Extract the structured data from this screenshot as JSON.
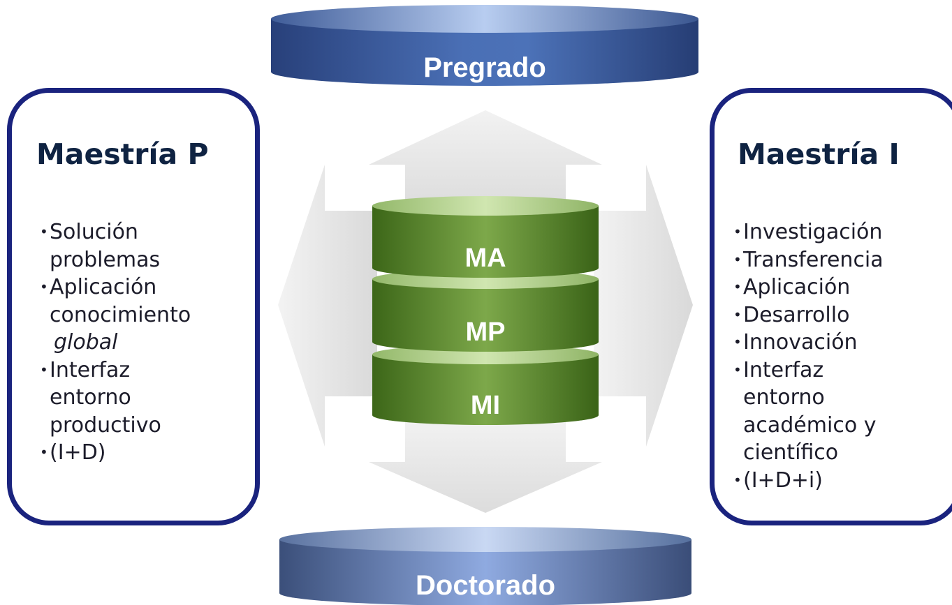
{
  "top_disc": {
    "label": "Pregrado"
  },
  "bottom_disc": {
    "label": "Doctorado"
  },
  "center_stack": {
    "layers": [
      "MA",
      "MP",
      "MI"
    ]
  },
  "left_box": {
    "title": "Maestría P",
    "bullets": [
      {
        "lines": [
          "Solución",
          "problemas"
        ]
      },
      {
        "lines": [
          "Aplicación",
          "conocimiento"
        ],
        "italic_line": "global"
      },
      {
        "lines": [
          "Interfaz",
          "entorno",
          "productivo"
        ]
      },
      {
        "lines": [
          "(I+D)"
        ]
      }
    ]
  },
  "right_box": {
    "title": "Maestría I",
    "bullets": [
      {
        "lines": [
          "Investigación"
        ]
      },
      {
        "lines": [
          "Transferencia"
        ]
      },
      {
        "lines": [
          "Aplicación"
        ]
      },
      {
        "lines": [
          "Desarrollo"
        ]
      },
      {
        "lines": [
          "Innovación"
        ]
      },
      {
        "lines": [
          "Interfaz",
          "entorno",
          "académico y",
          "científico"
        ]
      },
      {
        "lines": [
          "(I+D+i)"
        ]
      }
    ]
  },
  "colors": {
    "box_border": "#1a237e",
    "disc_blue_dark": "#2c4a86",
    "disc_blue_light": "#a9c0e8",
    "stack_green_dark": "#3f6b1a",
    "stack_green_light": "#c6dfa0",
    "arrow_gray": "#e3e3e3"
  }
}
